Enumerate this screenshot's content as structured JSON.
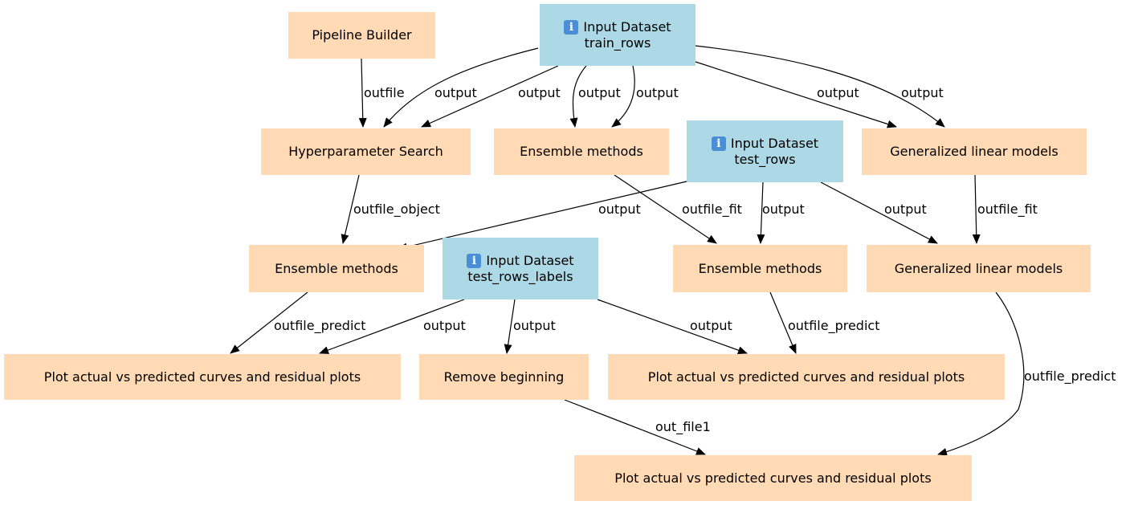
{
  "colors": {
    "tool": "#ffdab4",
    "input": "#add8e6",
    "edge": "#000000"
  },
  "nodes": {
    "pipeline_builder": {
      "label": "Pipeline Builder"
    },
    "input_train": {
      "heading": "Input Dataset",
      "name": "train_rows",
      "icon": "info-icon"
    },
    "hyper_search": {
      "label": "Hyperparameter Search"
    },
    "ensemble_1": {
      "label": "Ensemble methods"
    },
    "input_test": {
      "heading": "Input Dataset",
      "name": "test_rows",
      "icon": "info-icon"
    },
    "glm_1": {
      "label": "Generalized linear models"
    },
    "ensemble_2": {
      "label": "Ensemble methods"
    },
    "input_labels": {
      "heading": "Input Dataset",
      "name": "test_rows_labels",
      "icon": "info-icon"
    },
    "ensemble_3": {
      "label": "Ensemble methods"
    },
    "glm_2": {
      "label": "Generalized linear models"
    },
    "plot_1": {
      "label": "Plot actual vs predicted curves and residual plots"
    },
    "remove_beginning": {
      "label": "Remove beginning"
    },
    "plot_2": {
      "label": "Plot actual vs predicted curves and residual plots"
    },
    "plot_3": {
      "label": "Plot actual vs predicted curves and residual plots"
    }
  },
  "edges": [
    {
      "from": "pipeline_builder",
      "to": "hyper_search",
      "label": "outfile"
    },
    {
      "from": "input_train",
      "to": "hyper_search",
      "label": "output"
    },
    {
      "from": "input_train",
      "to": "hyper_search",
      "label": "output"
    },
    {
      "from": "input_train",
      "to": "ensemble_1",
      "label": "output"
    },
    {
      "from": "input_train",
      "to": "ensemble_1",
      "label": "output"
    },
    {
      "from": "input_train",
      "to": "glm_1",
      "label": "output"
    },
    {
      "from": "input_train",
      "to": "glm_1",
      "label": "output"
    },
    {
      "from": "hyper_search",
      "to": "ensemble_2",
      "label": "outfile_object"
    },
    {
      "from": "input_test",
      "to": "ensemble_2",
      "label": "output"
    },
    {
      "from": "ensemble_1",
      "to": "ensemble_3",
      "label": "outfile_fit"
    },
    {
      "from": "input_test",
      "to": "ensemble_3",
      "label": "output"
    },
    {
      "from": "input_test",
      "to": "glm_2",
      "label": "output"
    },
    {
      "from": "glm_1",
      "to": "glm_2",
      "label": "outfile_fit"
    },
    {
      "from": "ensemble_2",
      "to": "plot_1",
      "label": "outfile_predict"
    },
    {
      "from": "input_labels",
      "to": "plot_1",
      "label": "output"
    },
    {
      "from": "input_labels",
      "to": "remove_beginning",
      "label": "output"
    },
    {
      "from": "input_labels",
      "to": "plot_2",
      "label": "output"
    },
    {
      "from": "ensemble_3",
      "to": "plot_2",
      "label": "outfile_predict"
    },
    {
      "from": "glm_2",
      "to": "plot_3",
      "label": "outfile_predict"
    },
    {
      "from": "remove_beginning",
      "to": "plot_3",
      "label": "out_file1"
    }
  ]
}
